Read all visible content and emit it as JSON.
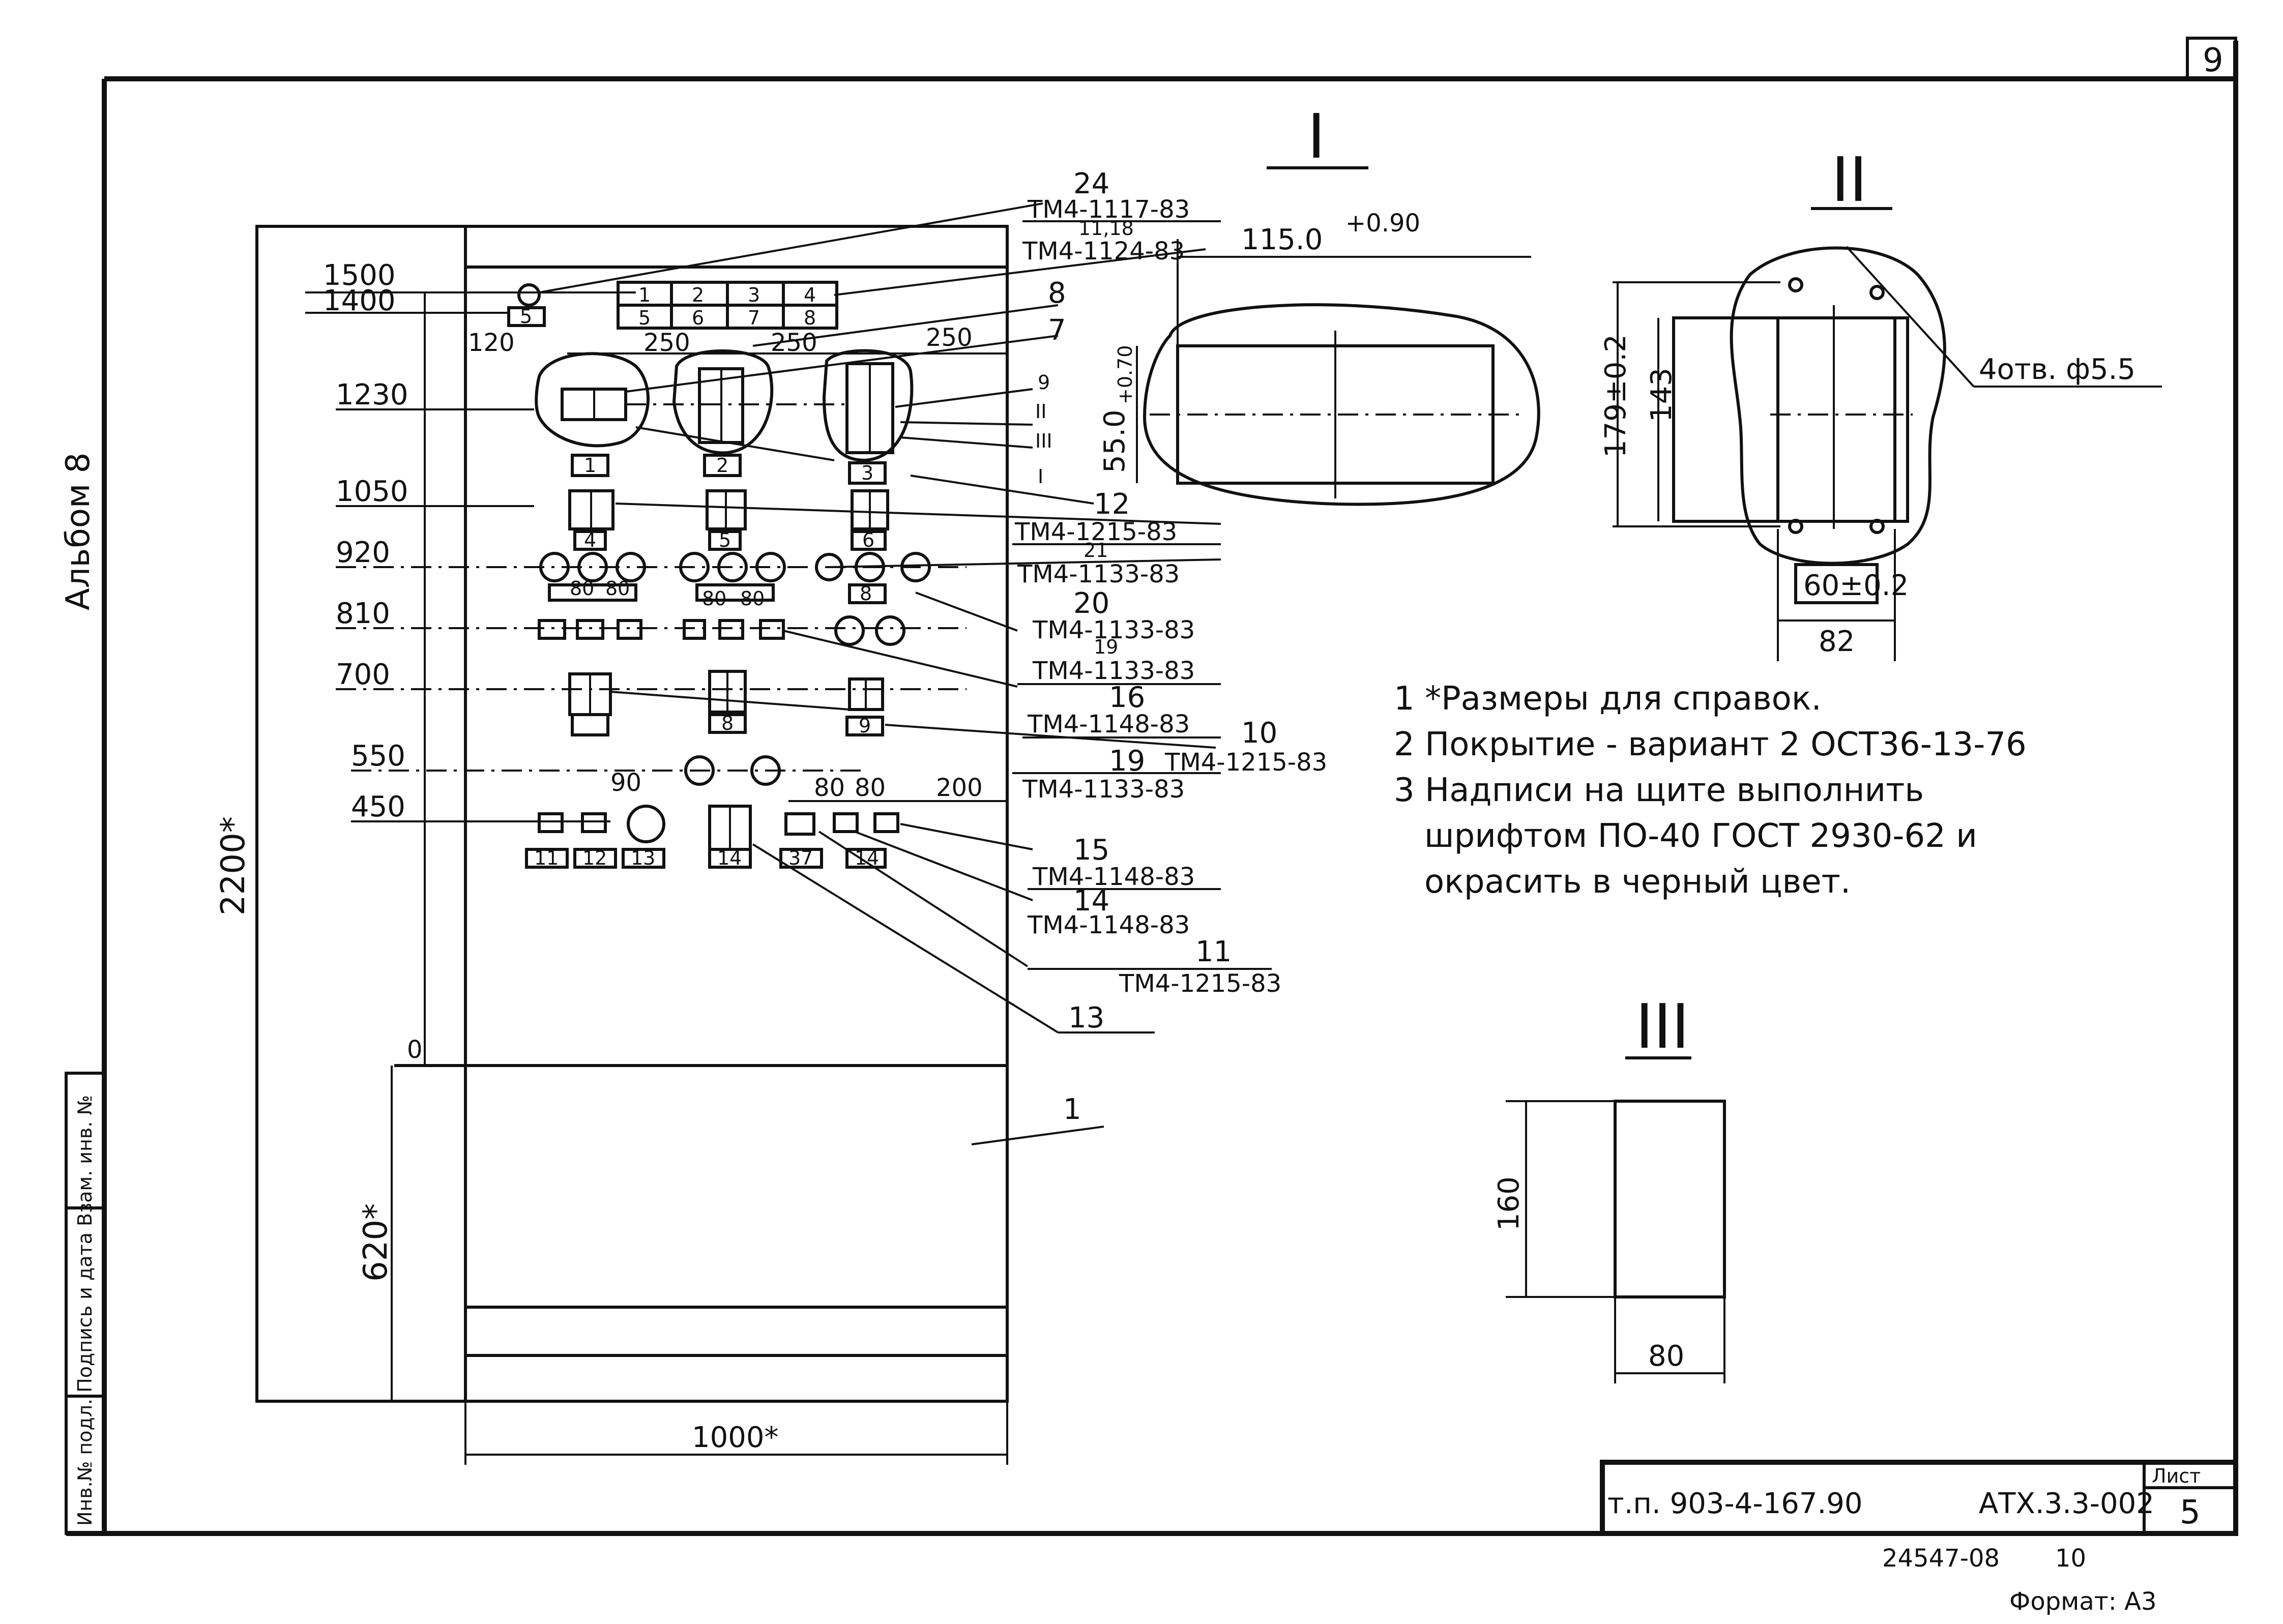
{
  "sheet": {
    "number_top": "9",
    "left_vertical": "Альбом 8",
    "left_stamp": "Инв.№ подл. Подпись и дата Взам. инв. №",
    "code_bottom": "24547-08",
    "code_bottom_num": "10",
    "format": "Формат: А3"
  },
  "title_block": {
    "project": "т.п. 903-4-167.90",
    "doc": "АТХ.3.3-002",
    "sheet_label": "Лист",
    "sheet_no": "5"
  },
  "main_view": {
    "levels": [
      "1500",
      "1400",
      "1230",
      "1050",
      "920",
      "810",
      "700",
      "550",
      "450",
      "0"
    ],
    "height_total": "2200*",
    "height_bottom": "620*",
    "width_total": "1000*",
    "offset_120": "120",
    "spacings_250": [
      "250",
      "250",
      "250"
    ],
    "spacings_80": [
      "80",
      "80"
    ],
    "spacing_90": "90",
    "spacings_80_right": [
      "80",
      "80"
    ],
    "spacing_200": "200",
    "cells_top": [
      "1",
      "2",
      "3",
      "4",
      "5",
      "6",
      "7",
      "8"
    ],
    "item_labels": [
      "1",
      "2",
      "3",
      "4",
      "5",
      "6",
      "7",
      "8",
      "9",
      "10",
      "11",
      "12",
      "13",
      "14",
      "15",
      "16",
      "19",
      "20",
      "24",
      "37"
    ],
    "small_labels": [
      "I",
      "II",
      "III"
    ],
    "callouts": [
      {
        "num": "24",
        "code": "ТМ4-1117-83"
      },
      {
        "num": "11,18",
        "code": "ТМ4-1124-83"
      },
      {
        "num": "8",
        "code": ""
      },
      {
        "num": "7",
        "code": ""
      },
      {
        "num": "9",
        "code": ""
      },
      {
        "num": "II",
        "code": ""
      },
      {
        "num": "III",
        "code": ""
      },
      {
        "num": "I",
        "code": ""
      },
      {
        "num": "12",
        "code": "ТМ4-1215-83"
      },
      {
        "num": "21",
        "code": "ТМ4-1133-83"
      },
      {
        "num": "20",
        "code": "ТМ4-1133-83"
      },
      {
        "num": "19",
        "code": "ТМ4-1133-83"
      },
      {
        "num": "16",
        "code": "ТМ4-1148-83"
      },
      {
        "num": "10",
        "code": ""
      },
      {
        "num": "19",
        "code": "ТМ4-1215-83"
      },
      {
        "num": "",
        "code": "ТМ4-1133-83"
      },
      {
        "num": "15",
        "code": "ТМ4-1148-83"
      },
      {
        "num": "14",
        "code": "ТМ4-1148-83"
      },
      {
        "num": "11",
        "code": "ТМ4-1215-83"
      },
      {
        "num": "13",
        "code": ""
      },
      {
        "num": "1",
        "code": ""
      }
    ]
  },
  "view_I": {
    "title": "I",
    "width": "115.0",
    "width_tol": "+0.90",
    "height": "55.0",
    "height_tol": "+0.70"
  },
  "view_II": {
    "title": "II",
    "height": "179±0.2",
    "inner": "143",
    "holes": "4отв. ф5.5",
    "bottom_1": "60±0.2",
    "bottom_2": "82"
  },
  "view_III": {
    "title": "III",
    "height": "160",
    "width": "80"
  },
  "notes": [
    "1  *Размеры для справок.",
    "2  Покрытие - вариант 2  ОСТ36-13-76",
    "3  Надписи на щите  выполнить",
    "шрифтом  ПО-40  ГОСТ 2930-62 и",
    "окрасить  в черный цвет."
  ]
}
